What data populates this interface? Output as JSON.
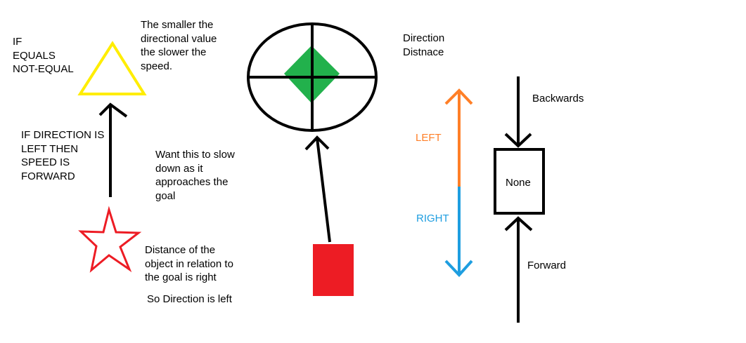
{
  "colors": {
    "ink": "#000000",
    "triangle": "#ffed00",
    "star": "#ed1c24",
    "diamond": "#22b14c",
    "square": "#ed1c24",
    "left": "#ff7f27",
    "right": "#1e9ee0"
  },
  "labels": {
    "if_block": [
      "IF",
      "EQUALS",
      "NOT-EQUAL"
    ],
    "smaller_note": [
      "The smaller the",
      "directional value",
      "the slower the",
      "speed."
    ],
    "direction_block": [
      "Direction",
      "Distnace"
    ],
    "if_direction": [
      "IF DIRECTION IS",
      "LEFT THEN",
      "SPEED IS",
      "FORWARD"
    ],
    "slow_note": [
      "Want this to slow",
      "down as it",
      "approaches the",
      "goal"
    ],
    "distance_note": [
      "Distance of the",
      "object in relation to",
      "the goal is right"
    ],
    "so_direction": "So Direction is left",
    "left": "LEFT",
    "right": "RIGHT",
    "backwards": "Backwards",
    "none": "None",
    "forward": "Forward"
  }
}
